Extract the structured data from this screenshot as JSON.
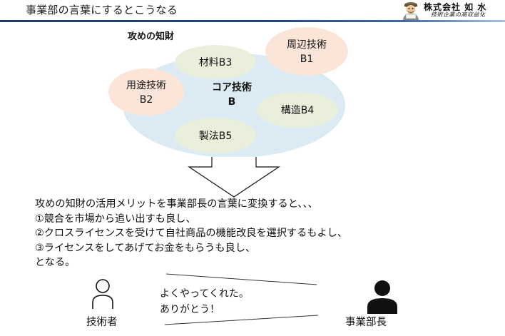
{
  "header": {
    "title": "事業部の言葉にするとこうなる",
    "logo": {
      "company": "株式会社 如 水",
      "tagline": "技術企業の高収益化"
    }
  },
  "diagram": {
    "section_label": "攻めの知財",
    "core": {
      "line1": "コア技術",
      "line2": "B"
    },
    "bubbles": [
      {
        "id": "b1",
        "line1": "周辺技術",
        "line2": "B1",
        "kind": "peripheral"
      },
      {
        "id": "b2",
        "line1": "用途技術",
        "line2": "B2",
        "kind": "peripheral"
      },
      {
        "id": "b3",
        "line1": "材料B3",
        "kind": "component"
      },
      {
        "id": "b4",
        "line1": "構造B4",
        "kind": "component"
      },
      {
        "id": "b5",
        "line1": "製法B5",
        "kind": "component"
      }
    ],
    "colors": {
      "core_fill": "#dcebf3",
      "peripheral_fill": "#fbe5d8",
      "component_fill": "#eaefdc"
    }
  },
  "body": {
    "lines": [
      "攻めの知財の活用メリットを事業部長の言葉に変換すると、、、",
      "①競合を市場から追い出すも良し、",
      "②クロスライセンスを受けて自社商品の機能改良を選択するもよし、",
      "③ライセンスをしてあげてお金をもらうも良し、",
      "となる。"
    ]
  },
  "conversation": {
    "left_person": {
      "label": "技術者",
      "icon": "person-outline-icon"
    },
    "right_person": {
      "label": "事業部長",
      "icon": "person-filled-icon"
    },
    "speech": {
      "line1": "よくやってくれた。",
      "line2": "ありがとう！"
    }
  }
}
